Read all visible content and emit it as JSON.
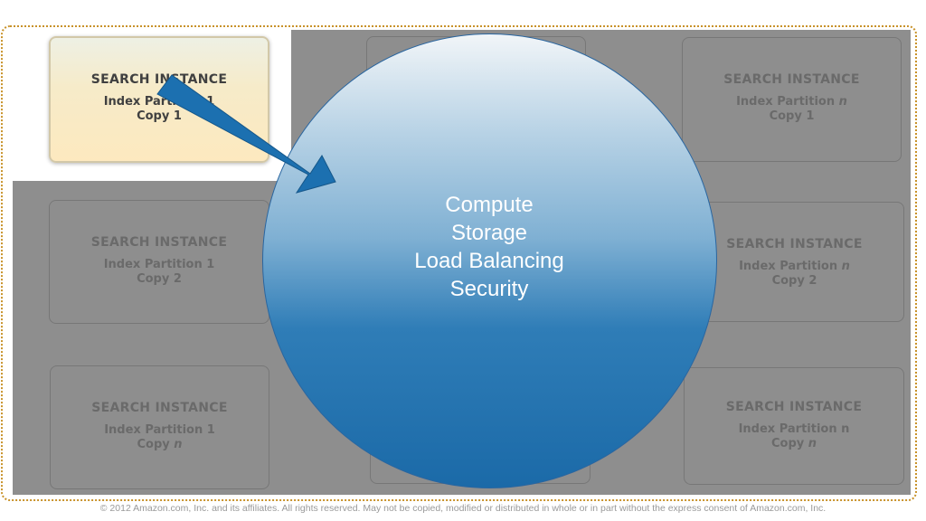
{
  "instances": [
    {
      "title": "SEARCH INSTANCE",
      "partition": "Index Partition 1",
      "copy": "Copy 1"
    },
    {
      "title": "SEARCH INSTANCE",
      "partition": "Index Partition ",
      "partition_n": "n",
      "copy": "Copy 1"
    },
    {
      "title": "SEARCH INSTANCE",
      "partition": "Index Partition 1",
      "copy": "Copy 2"
    },
    {
      "title": "SEARCH INSTANCE",
      "partition": "Index Partition ",
      "partition_n": "n",
      "copy": "Copy 2"
    },
    {
      "title": "SEARCH INSTANCE",
      "partition": "Index Partition 1",
      "copy": "Copy ",
      "copy_n": "n"
    },
    {
      "title": "SEARCH INSTANCE",
      "partition": "Index Partition n",
      "copy": "Copy ",
      "copy_n": "n"
    }
  ],
  "circle": {
    "lines": [
      "Compute",
      "Storage",
      "Load Balancing",
      "Security"
    ]
  },
  "colors": {
    "arrow": "#1c70b0",
    "frame": "#c8922a",
    "shade": "#8e8e8e"
  },
  "footer": "© 2012 Amazon.com, Inc. and its affiliates.  All rights reserved.  May not be copied, modified or distributed in whole or in part without the express consent of Amazon.com, Inc."
}
